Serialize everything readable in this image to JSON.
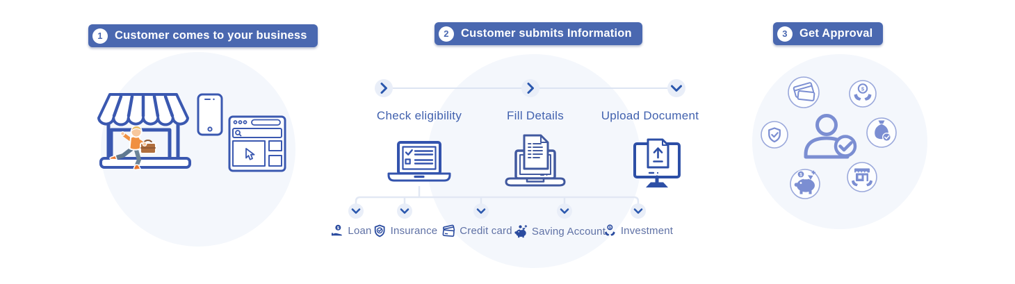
{
  "steps": [
    {
      "number": "1",
      "label": "Customer comes to your business"
    },
    {
      "number": "2",
      "label": "Customer submits Information"
    },
    {
      "number": "3",
      "label": "Get Approval"
    }
  ],
  "flow": {
    "substeps": [
      {
        "label": "Check eligibility",
        "icon": "laptop-checklist-icon"
      },
      {
        "label": "Fill Details",
        "icon": "laptop-document-icon"
      },
      {
        "label": "Upload Document",
        "icon": "monitor-upload-icon"
      }
    ]
  },
  "products": [
    {
      "label": "Loan",
      "icon": "hand-coin-icon"
    },
    {
      "label": "Insurance",
      "icon": "shield-check-icon"
    },
    {
      "label": "Credit card",
      "icon": "credit-cards-icon"
    },
    {
      "label": "Saving Account",
      "icon": "piggy-bank-icon"
    },
    {
      "label": "Investment",
      "icon": "hands-coin-icon"
    }
  ],
  "business_illustration": {
    "icons": [
      "storefront-icon",
      "running-customer-icon",
      "smartphone-icon",
      "browser-window-icon"
    ]
  },
  "approval": {
    "center_icon": "person-approved-icon",
    "orbit_icons": [
      "credit-cards-icon",
      "hands-coin-icon",
      "shield-check-icon",
      "money-bag-check-icon",
      "piggy-bank-coin-icon",
      "hands-store-icon"
    ]
  },
  "colors": {
    "badge_bg": "#4a68b0",
    "badge_text": "#ffffff",
    "outline_blue": "#3a58b0",
    "dark_icon_blue": "#2a4b9f",
    "step_label": "#4161ae",
    "product_label": "#5f71a5",
    "periwinkle": "#7b8ed2",
    "connector": "#e2e8f4",
    "node_bg": "#e9eef8",
    "bg_circle": "#f4f7fc"
  }
}
